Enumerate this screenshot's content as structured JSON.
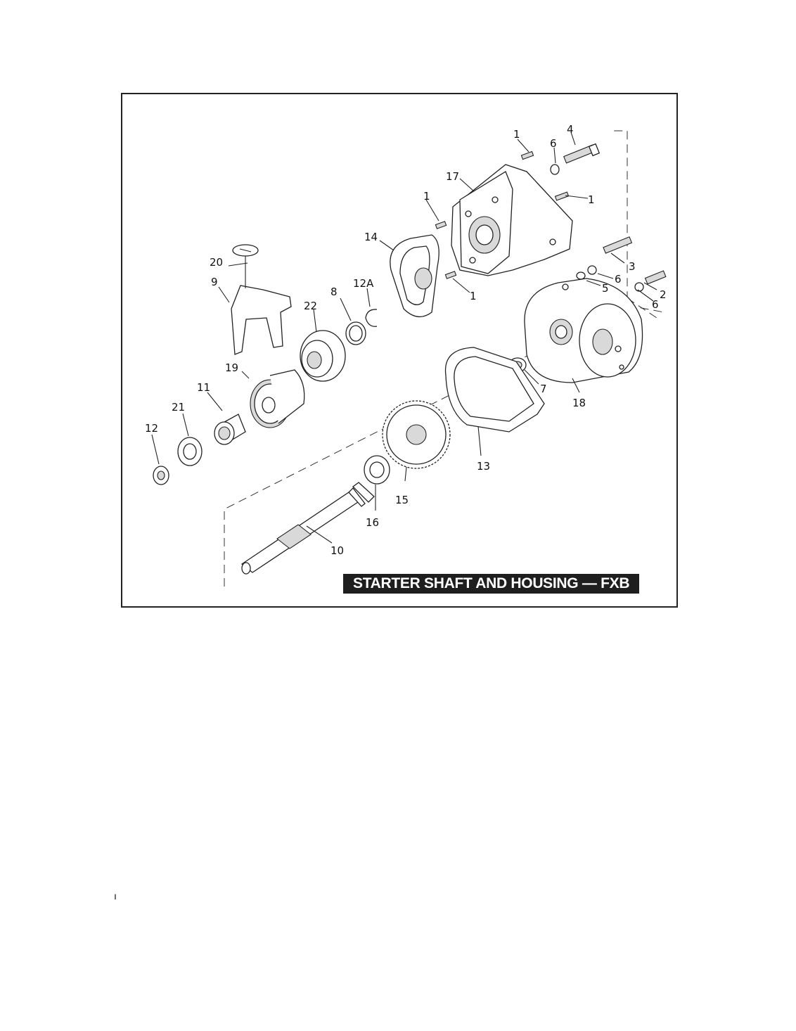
{
  "figure": {
    "title": "STARTER SHAFT AND HOUSING — FXB",
    "callouts": {
      "c1a": "1",
      "c1b": "1",
      "c1c": "1",
      "c1d": "1",
      "c2": "2",
      "c3": "3",
      "c4": "4",
      "c5": "5",
      "c6a": "6",
      "c6b": "6",
      "c6c": "6",
      "c7": "7",
      "c8": "8",
      "c9": "9",
      "c10": "10",
      "c11": "11",
      "c12": "12",
      "c12a": "12A",
      "c13": "13",
      "c14": "14",
      "c15": "15",
      "c16": "16",
      "c17": "17",
      "c18": "18",
      "c19": "19",
      "c20": "20",
      "c21": "21",
      "c22": "22"
    }
  },
  "page": {
    "margin_mark": "ı"
  }
}
